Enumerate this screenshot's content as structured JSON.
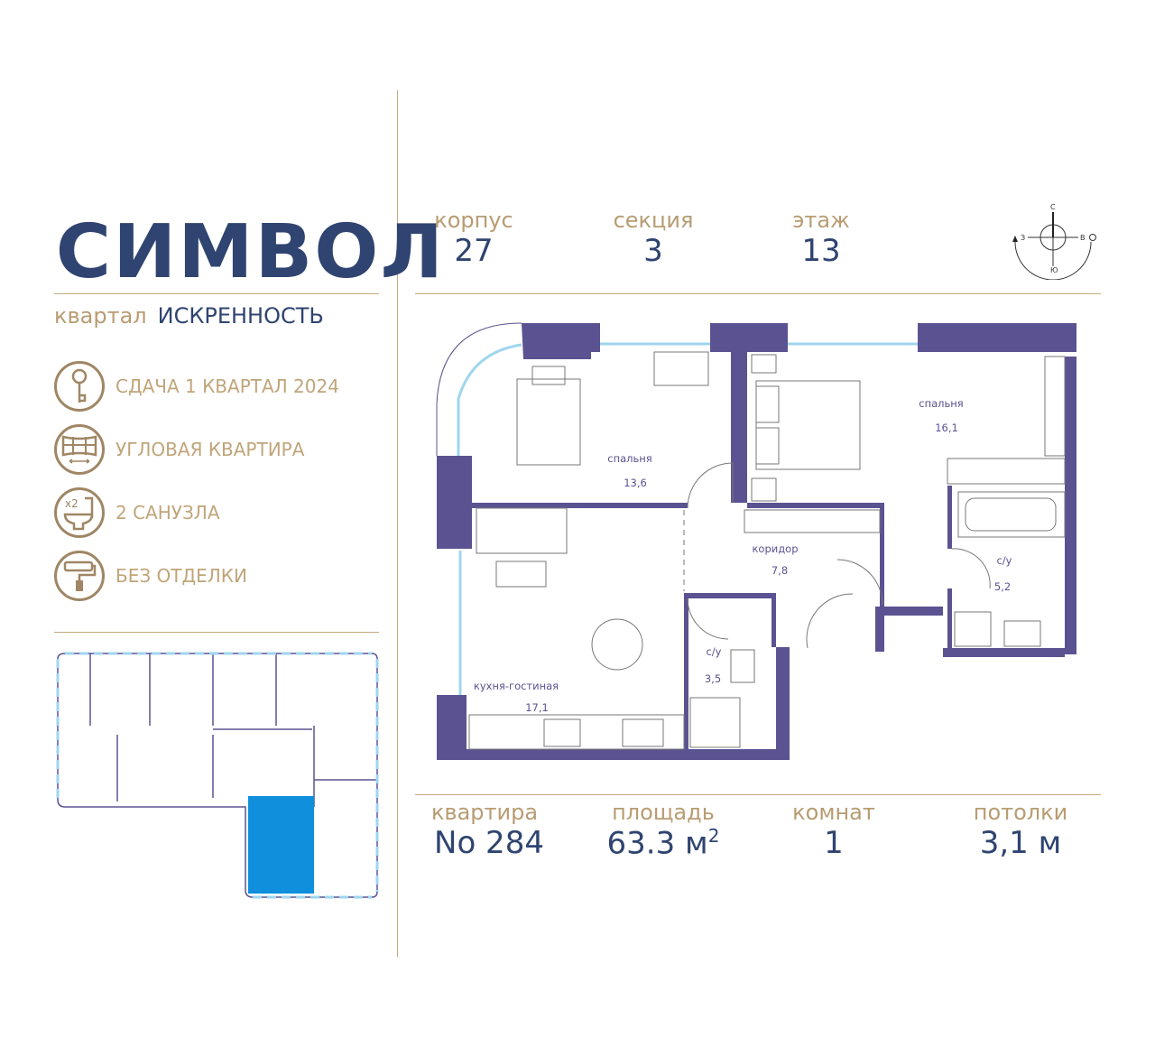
{
  "brand": {
    "logo": "СИМВОЛ",
    "quarter_label": "квартал",
    "quarter_name": "ИСКРЕННОСТЬ"
  },
  "features": [
    {
      "icon": "key-icon",
      "label": "СДАЧА 1 КВАРТАЛ 2024"
    },
    {
      "icon": "corner-window-icon",
      "label": "УГЛОВАЯ КВАРТИРА"
    },
    {
      "icon": "toilet-x2-icon",
      "label": "2 САНУЗЛА",
      "badge": "x2"
    },
    {
      "icon": "paint-roller-icon",
      "label": "БЕЗ ОТДЕЛКИ"
    }
  ],
  "header": [
    {
      "label": "корпус",
      "value": "27"
    },
    {
      "label": "секция",
      "value": "3"
    },
    {
      "label": "этаж",
      "value": "13"
    }
  ],
  "compass": {
    "n": "С",
    "s": "Ю",
    "w": "З",
    "e": "В"
  },
  "rooms": [
    {
      "name": "спальня",
      "area": "13,6"
    },
    {
      "name": "спальня",
      "area": "16,1"
    },
    {
      "name": "коридор",
      "area": "7,8"
    },
    {
      "name": "с/у",
      "area": "5,2"
    },
    {
      "name": "с/у",
      "area": "3,5"
    },
    {
      "name": "кухня-гостиная",
      "area": "17,1"
    }
  ],
  "summary": [
    {
      "label": "квартира",
      "value": "No 284"
    },
    {
      "label": "площадь",
      "value": "63.3 м",
      "sup": "2"
    },
    {
      "label": "комнат",
      "value": "1"
    },
    {
      "label": "потолки",
      "value": "3,1 м"
    }
  ],
  "colors": {
    "wall": "#5b5391",
    "window": "#9fd6ee",
    "highlight": "#0f8fdc",
    "gold": "#b89c72",
    "navy": "#2f4470"
  }
}
